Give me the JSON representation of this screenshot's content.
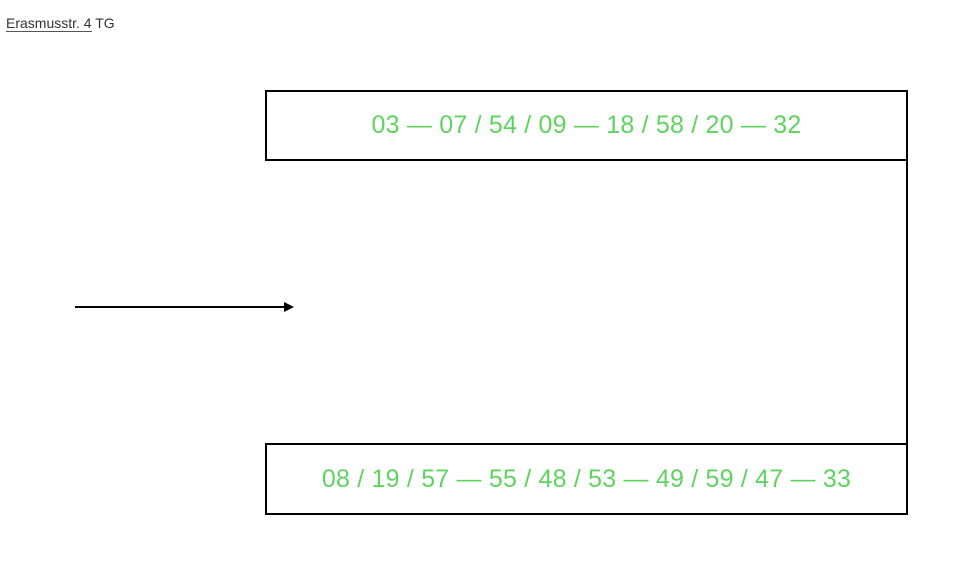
{
  "header": {
    "address": "Erasmusstr. 4",
    "suffix": "TG"
  },
  "routes": {
    "top": "03 — 07 / 54 / 09 — 18 / 58 / 20 — 32",
    "bottom": "08 / 19 / 57 — 55 / 48 / 53 — 49 / 59 / 47 — 33"
  },
  "colors": {
    "route_text": "#5fd35f",
    "line": "#000000",
    "header_text": "#333333"
  },
  "icons": {
    "direction_arrow": "arrow-right-icon"
  }
}
